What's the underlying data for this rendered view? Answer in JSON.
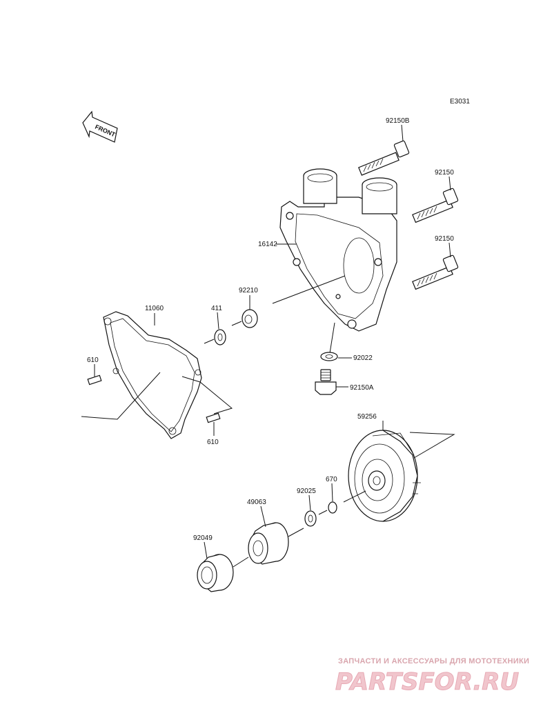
{
  "diagram_code": "E3031",
  "front_label": "FRONT",
  "parts": {
    "bolt_upper": "92150B",
    "bolt_mid": "92150",
    "bolt_low": "92150",
    "cover": "16142",
    "nut": "92210",
    "washer_small": "411",
    "gasket": "11060",
    "dowel_left": "610",
    "dowel_right": "610",
    "drain_washer": "92022",
    "drain_bolt": "92150A",
    "impeller_housing": "59256",
    "oring": "670",
    "washer_mech": "92025",
    "mech_seal": "49063",
    "oil_seal": "92049"
  },
  "watermark": {
    "tagline": "ЗАПЧАСТИ И АКСЕССУАРЫ ДЛЯ МОТОТЕХНИКИ",
    "brand": "PARTSFOR.RU"
  },
  "colors": {
    "line": "#111111",
    "watermark": "#e7a9b4"
  }
}
